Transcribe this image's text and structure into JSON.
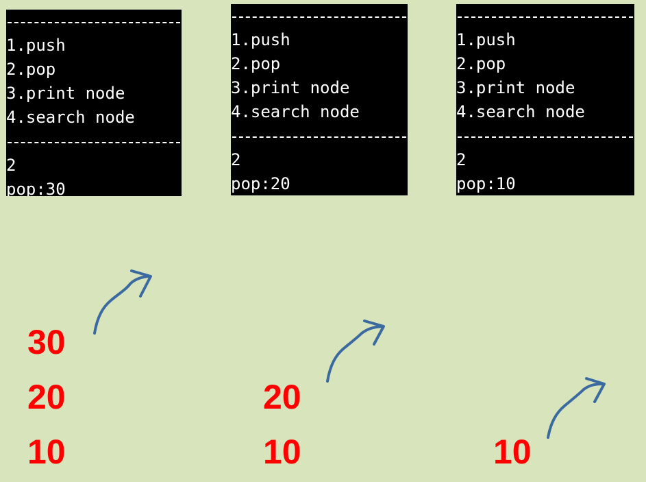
{
  "consoles": [
    {
      "menu": [
        "1.push",
        "2.pop",
        "3.print node",
        "4.search node"
      ],
      "input": "2",
      "output": "pop:30"
    },
    {
      "menu": [
        "1.push",
        "2.pop",
        "3.print node",
        "4.search node"
      ],
      "input": "2",
      "output": "pop:20"
    },
    {
      "menu": [
        "1.push",
        "2.pop",
        "3.print node",
        "4.search node"
      ],
      "input": "2",
      "output": "pop:10"
    }
  ],
  "stacks": [
    [
      "30",
      "20",
      "10"
    ],
    [
      "20",
      "10"
    ],
    [
      "10"
    ]
  ],
  "colors": {
    "background": "#d8e4bc",
    "console_bg": "#000000",
    "console_text": "#ffffff",
    "stack_text": "#ff0000",
    "arrow": "#3b6aa0"
  },
  "icons": [
    "curved-arrow-icon"
  ]
}
